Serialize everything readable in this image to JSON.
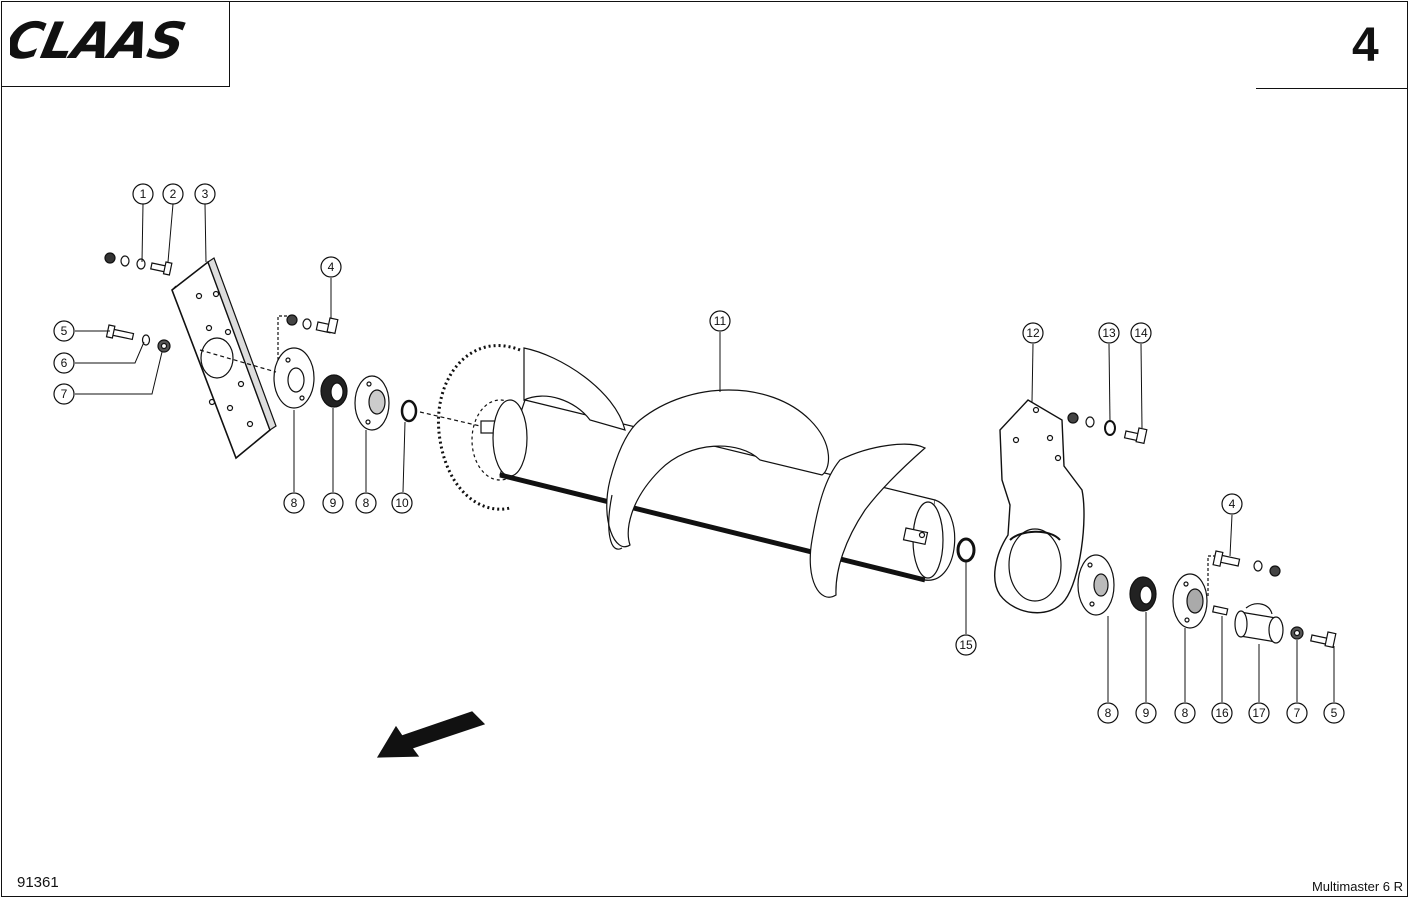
{
  "header": {
    "brand": "CLAAS",
    "page_number": "4"
  },
  "footer": {
    "drawing_number": "91361",
    "model": "Multimaster 6 R"
  },
  "callouts": [
    {
      "id": "c1",
      "label": "1"
    },
    {
      "id": "c2",
      "label": "2"
    },
    {
      "id": "c3",
      "label": "3"
    },
    {
      "id": "c4a",
      "label": "4"
    },
    {
      "id": "c5a",
      "label": "5"
    },
    {
      "id": "c6",
      "label": "6"
    },
    {
      "id": "c7a",
      "label": "7"
    },
    {
      "id": "c8a",
      "label": "8"
    },
    {
      "id": "c9a",
      "label": "9"
    },
    {
      "id": "c8b",
      "label": "8"
    },
    {
      "id": "c10",
      "label": "10"
    },
    {
      "id": "c11",
      "label": "11"
    },
    {
      "id": "c12",
      "label": "12"
    },
    {
      "id": "c13",
      "label": "13"
    },
    {
      "id": "c14",
      "label": "14"
    },
    {
      "id": "c15",
      "label": "15"
    },
    {
      "id": "c4b",
      "label": "4"
    },
    {
      "id": "c8c",
      "label": "8"
    },
    {
      "id": "c9b",
      "label": "9"
    },
    {
      "id": "c8d",
      "label": "8"
    },
    {
      "id": "c16",
      "label": "16"
    },
    {
      "id": "c17",
      "label": "17"
    },
    {
      "id": "c7b",
      "label": "7"
    },
    {
      "id": "c5b",
      "label": "5"
    }
  ]
}
